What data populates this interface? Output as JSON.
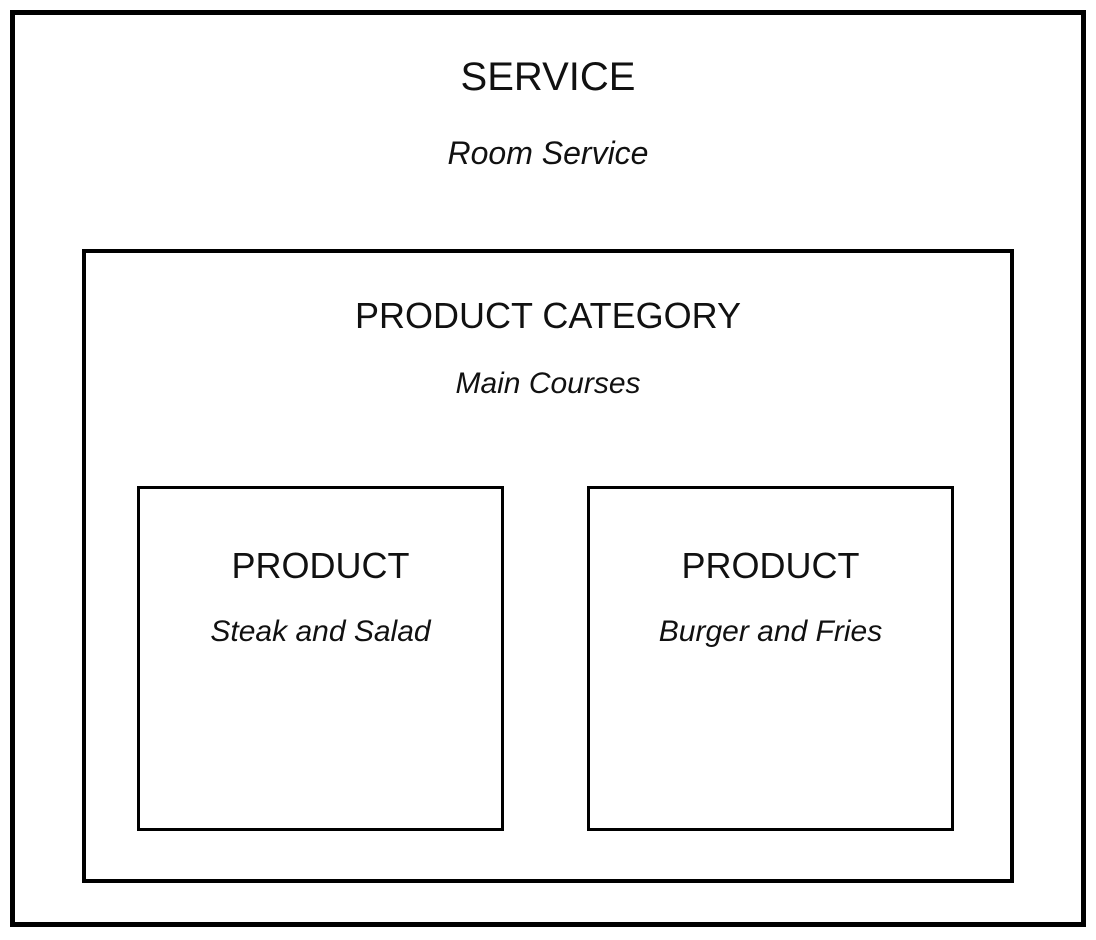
{
  "diagram": {
    "service": {
      "heading": "SERVICE",
      "name": "Room Service"
    },
    "product_category": {
      "heading": "PRODUCT CATEGORY",
      "name": "Main Courses"
    },
    "products": [
      {
        "heading": "PRODUCT",
        "name": "Steak and Salad"
      },
      {
        "heading": "PRODUCT",
        "name": "Burger and Fries"
      }
    ]
  }
}
